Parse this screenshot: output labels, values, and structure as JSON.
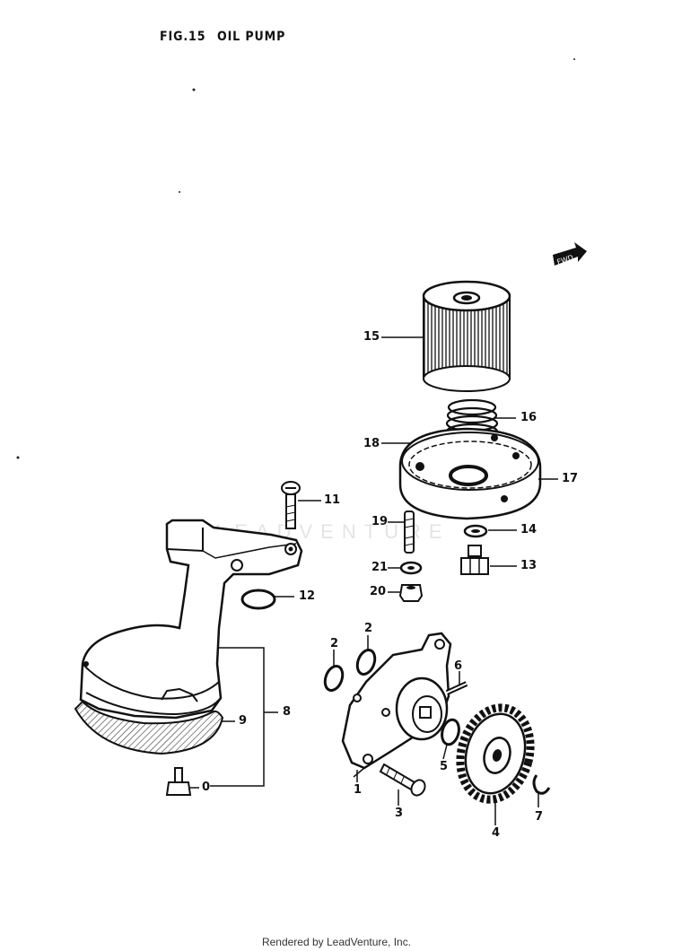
{
  "title": {
    "fig": "FIG.15",
    "name": "OIL PUMP"
  },
  "fwd_label": "FWD",
  "watermark": "LEADVENTURE",
  "footer": "Rendered by LeadVenture, Inc.",
  "callouts": {
    "c1": "1",
    "c2a": "2",
    "c2b": "2",
    "c3": "3",
    "c4": "4",
    "c5": "5",
    "c6": "6",
    "c7": "7",
    "c8": "8",
    "c9": "9",
    "c10": "0",
    "c11": "11",
    "c12": "12",
    "c13": "13",
    "c14": "14",
    "c15": "15",
    "c16": "16",
    "c17": "17",
    "c18": "18",
    "c19": "19",
    "c20": "20",
    "c21": "21"
  }
}
